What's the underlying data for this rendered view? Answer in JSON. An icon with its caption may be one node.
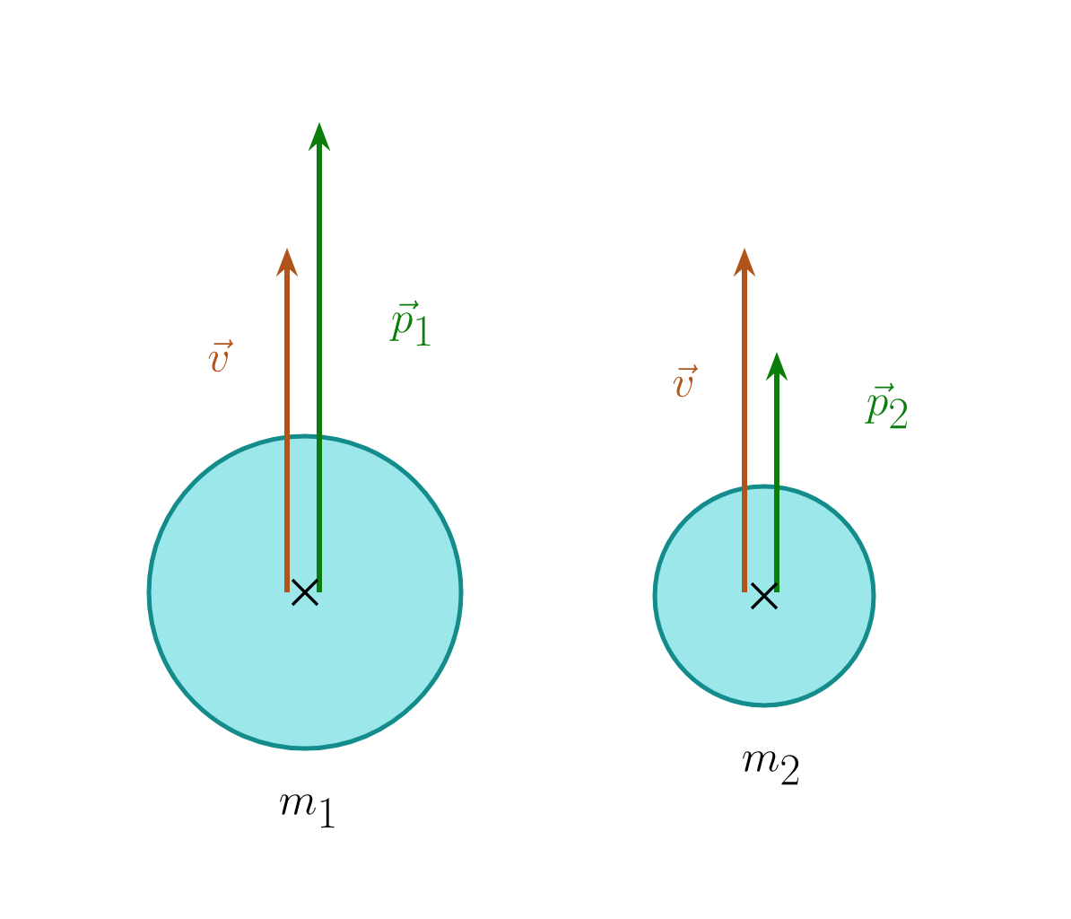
{
  "diagram": {
    "nodes": [
      {
        "text": [],
        "shape": "circle"
      },
      {
        "text": [],
        "shape": "circle"
      }
    ],
    "labels": [
      "\\vec{v}",
      "\\vec{p}_1",
      "\\vec{v}",
      "\\vec{p}_2",
      "m_1",
      "m_2"
    ]
  }
}
